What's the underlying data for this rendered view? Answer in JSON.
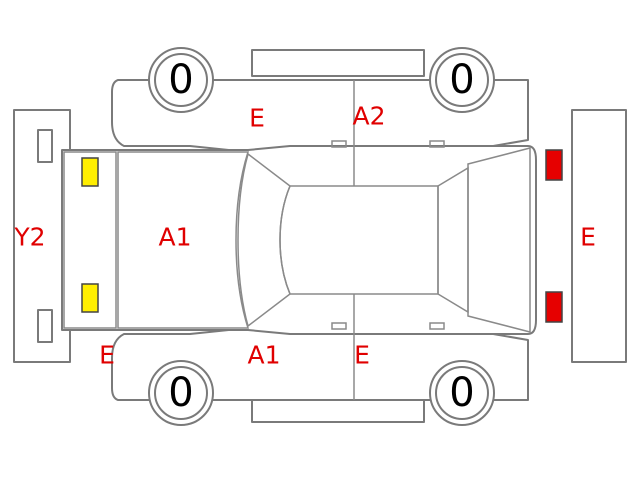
{
  "colors": {
    "code_text": "#e00000",
    "lamp_front": "#ffee00",
    "lamp_rear": "#e60000",
    "line": "#7a7a7a"
  },
  "tires": {
    "front_left": "0",
    "rear_left": "0",
    "front_right": "0",
    "rear_right": "0"
  },
  "codes": {
    "front_bumper": "Y2",
    "hood": "A1",
    "left_front_fender": "E",
    "left_rear_door": "A2",
    "rear_bumper": "E",
    "right_front_corner": "E",
    "right_front_door": "A1",
    "right_rear_door": "E"
  }
}
